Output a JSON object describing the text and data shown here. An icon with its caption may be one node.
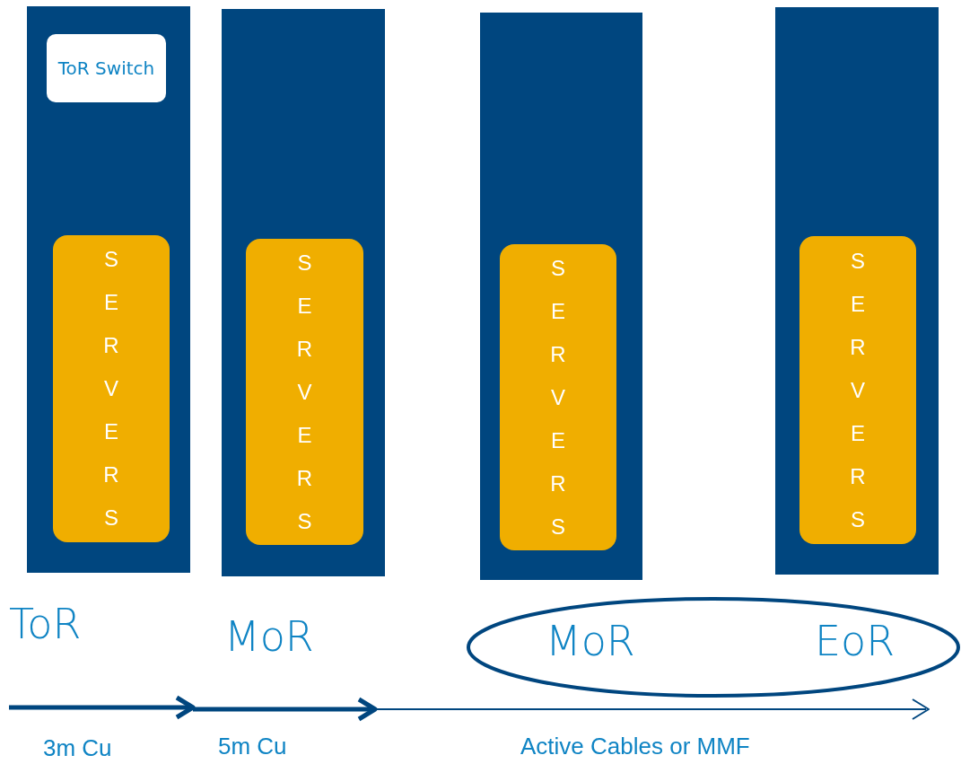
{
  "diagram": {
    "nodes": [
      {
        "text": [],
        "shape": "box"
      },
      {
        "text": [
          "ToR Switch"
        ],
        "in": 0
      },
      {
        "text": [
          "SERVERS"
        ],
        "in": 0
      },
      {
        "text": [],
        "shape": "box"
      },
      {
        "text": [
          "SERVERS"
        ],
        "in": 3
      },
      {
        "text": [],
        "shape": "box"
      },
      {
        "text": [
          "SERVERS"
        ],
        "in": 5
      },
      {
        "text": [],
        "shape": "box"
      },
      {
        "text": [
          "SERVERS"
        ],
        "in": 7
      },
      {
        "text": [
          "MoR",
          "EoR"
        ]
      }
    ],
    "labels": [
      "ToR",
      "MoR",
      "3m Cu",
      "5m Cu",
      "Active Cables or MMF"
    ]
  }
}
